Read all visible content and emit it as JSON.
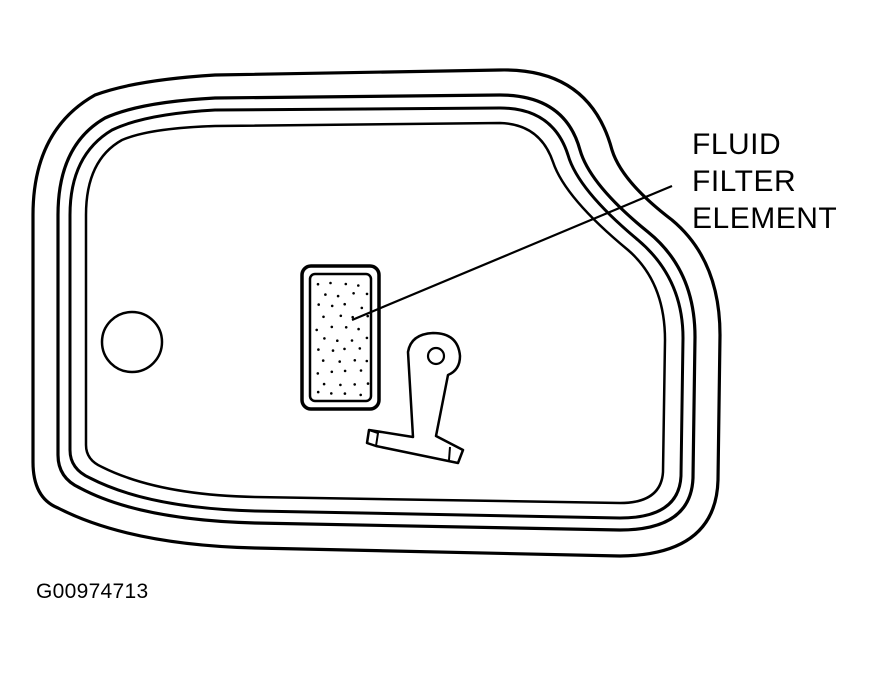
{
  "diagram": {
    "callout": {
      "lines": [
        "FLUID",
        "FILTER",
        "ELEMENT"
      ]
    },
    "figure_id": "G00974713",
    "colors": {
      "ink": "#000000",
      "paper": "#ffffff"
    }
  }
}
